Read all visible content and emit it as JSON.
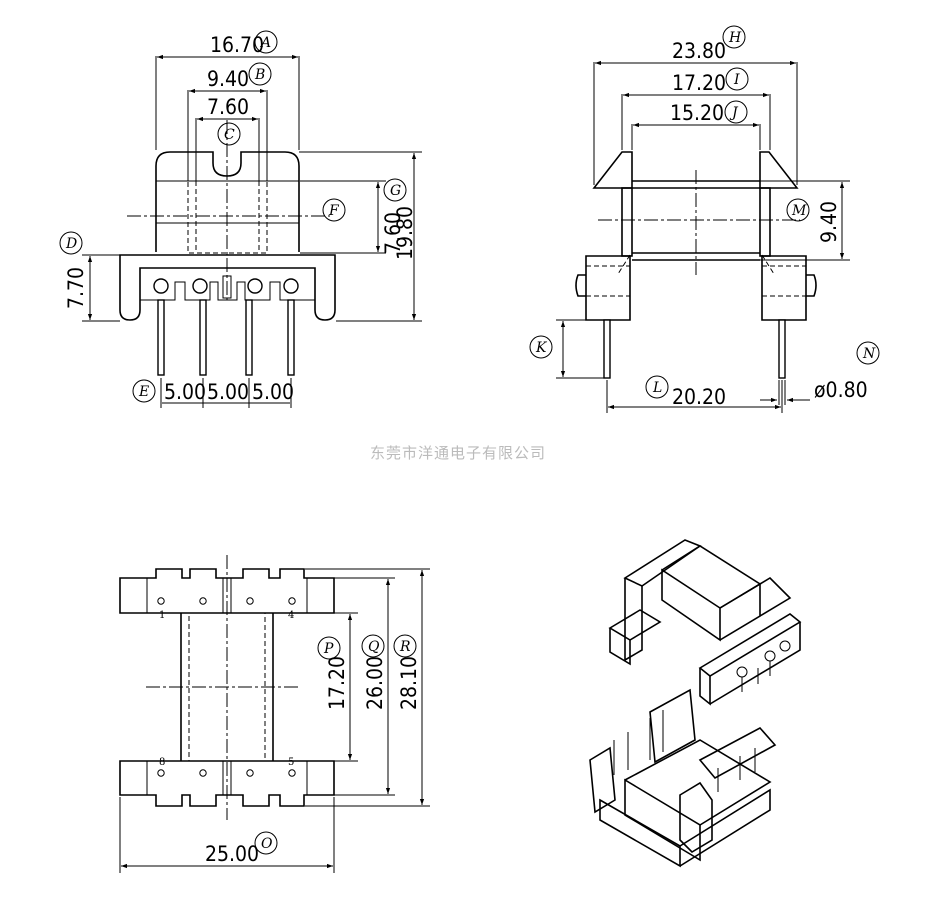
{
  "watermark": "东莞市洋通电子有限公司",
  "front_view": {
    "dims": {
      "A": "16.70",
      "B": "9.40",
      "C": "7.60",
      "D": "7.70",
      "F": "7.60",
      "G": "19.80",
      "E1": "5.00",
      "E2": "5.00",
      "E3": "5.00"
    }
  },
  "side_view": {
    "dims": {
      "H": "23.80",
      "I": "17.20",
      "J": "15.20",
      "M": "9.40",
      "L": "20.20",
      "N": "ø0.80"
    }
  },
  "bottom_view": {
    "dims": {
      "P": "17.20",
      "Q": "26.00",
      "R": "28.10",
      "O": "25.00"
    },
    "pin_numbers": [
      "1",
      "4",
      "8",
      "5"
    ]
  },
  "labels": [
    "A",
    "B",
    "C",
    "D",
    "E",
    "F",
    "G",
    "H",
    "I",
    "J",
    "K",
    "L",
    "M",
    "N",
    "O",
    "P",
    "Q",
    "R"
  ]
}
